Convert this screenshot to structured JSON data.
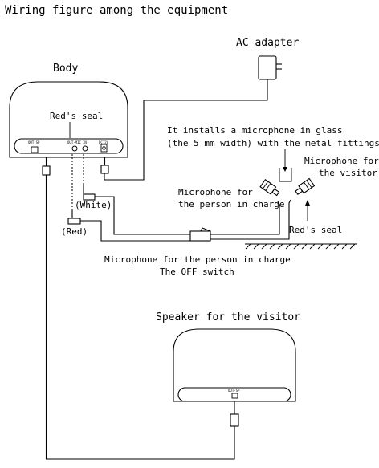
{
  "title": "Wiring figure among the equipment",
  "labels": {
    "body": "Body",
    "ac_adapter": "AC adapter",
    "reds_seal_body": "Red's seal",
    "install_line1": "It installs a microphone in glass",
    "install_line2": "(the 5 mm width) with the metal fittings.",
    "mic_visitor_line1": "Microphone for",
    "mic_visitor_line2": "the visitor",
    "mic_person_line1": "Microphone for",
    "mic_person_line2": "the person in charge",
    "white": "(White)",
    "red": "(Red)",
    "reds_seal_mic": "Red's seal",
    "off_switch_line1": "Microphone for the person in charge",
    "off_switch_line2": "The OFF switch",
    "speaker_visitor": "Speaker for the visitor"
  },
  "panel_text": {
    "body_out": "OUT-SP",
    "body_mic_out": "OUT-MIC",
    "body_in": "IN",
    "body_dc": "DC12V",
    "speaker_out": "OUT-SP"
  }
}
